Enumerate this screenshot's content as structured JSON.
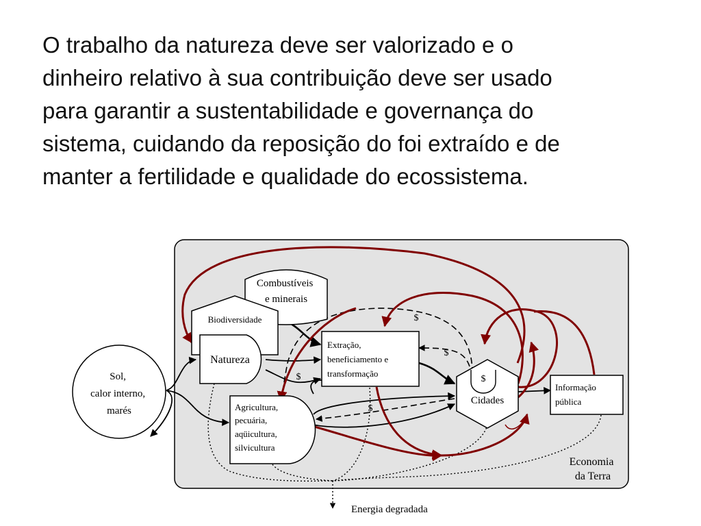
{
  "slide": {
    "paragraph_lines": [
      "O trabalho da natureza deve ser valorizado e o",
      "dinheiro relativo à sua contribuição deve ser usado",
      "para garantir a sustentabilidade e governança do",
      "sistema, cuidando da reposição do foi extraído e de",
      "manter a fertilidade e qualidade do ecossistema."
    ]
  },
  "diagram": {
    "sol": [
      "Sol,",
      "calor interno,",
      "marés"
    ],
    "combustiveis": [
      "Combustíveis",
      "e minerais"
    ],
    "biodiversidade": "Biodiversidade",
    "natureza": "Natureza",
    "extracao": [
      "Extração,",
      "beneficiamento e",
      "transformação"
    ],
    "agricultura": [
      "Agricultura,",
      "pecuária,",
      "aqüicultura,",
      "silvicultura"
    ],
    "cidades_money": "$",
    "cidades": "Cidades",
    "informacao": [
      "Informação",
      "pública"
    ],
    "economia": [
      "Economia",
      "da Terra"
    ],
    "energia": "Energia degradada",
    "money_labels": [
      "$",
      "$",
      "$",
      "$"
    ],
    "colors": {
      "panel": "#e3e3e3",
      "money_flow": "#800000",
      "lines": "#000000"
    }
  }
}
